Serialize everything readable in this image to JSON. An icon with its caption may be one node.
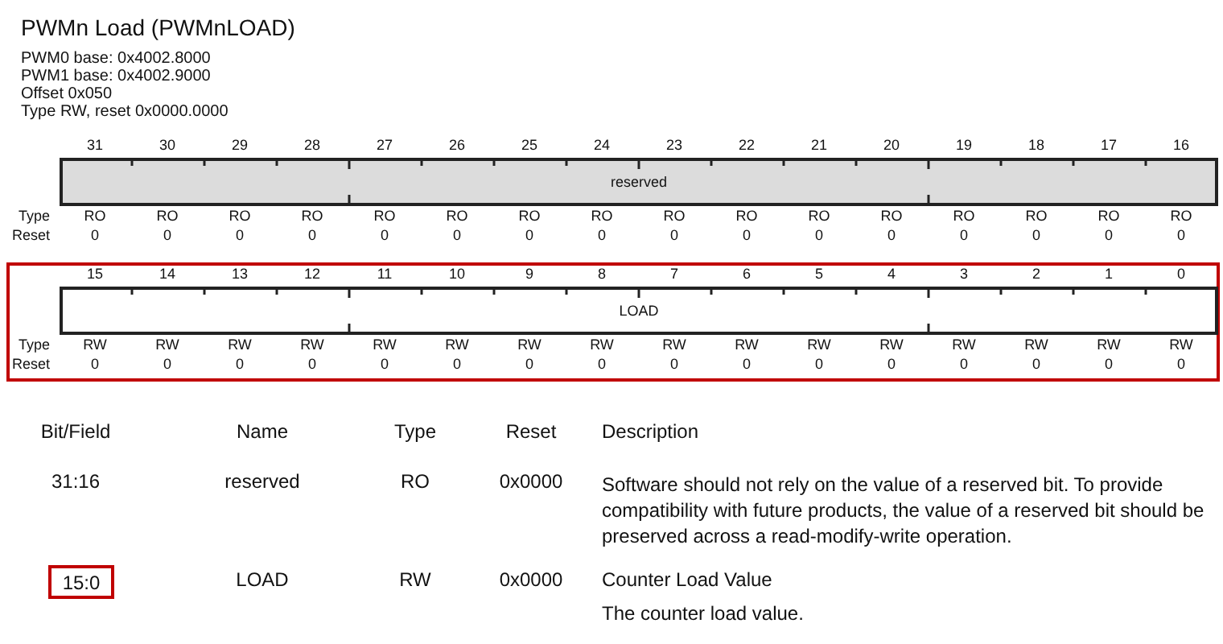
{
  "diagram": {
    "title": "PWMn Load (PWMnLOAD)",
    "nodes": [
      {
        "text": [
          "reserved"
        ]
      },
      {
        "text": [],
        "shape": "box"
      },
      {
        "text": [
          "LOAD"
        ],
        "in": 1
      },
      {
        "text": [
          "15:0"
        ]
      }
    ],
    "edges": [],
    "labels": [
      "PWM0 base: 0x4002.8000",
      "PWM1 base: 0x4002.9000",
      "Offset 0x050",
      "Type RW, reset 0x0000.0000",
      "31",
      "30",
      "29",
      "28",
      "27",
      "26",
      "25",
      "24",
      "23",
      "22",
      "21",
      "20",
      "19",
      "18",
      "17",
      "16",
      "Type",
      "RO",
      "RO",
      "RO",
      "RO",
      "RO",
      "RO",
      "RO",
      "RO",
      "RO",
      "RO",
      "RO",
      "RO",
      "RO",
      "RO",
      "RO",
      "RO",
      "Reset",
      "0",
      "0",
      "0",
      "0",
      "0",
      "0",
      "0",
      "0",
      "0",
      "0",
      "0",
      "0",
      "0",
      "0",
      "0",
      "0",
      "15",
      "14",
      "13",
      "12",
      "11",
      "10",
      "9",
      "8",
      "7",
      "6",
      "5",
      "4",
      "3",
      "2",
      "1",
      "0",
      "Type",
      "RW",
      "RW",
      "RW",
      "RW",
      "RW",
      "RW",
      "RW",
      "RW",
      "RW",
      "RW",
      "RW",
      "RW",
      "RW",
      "RW",
      "RW",
      "RW",
      "Reset",
      "0",
      "0",
      "0",
      "0",
      "0",
      "0",
      "0",
      "0",
      "0",
      "0",
      "0",
      "0",
      "0",
      "0",
      "0",
      "0",
      "Bit/Field",
      "Name",
      "Type",
      "Reset",
      "Description",
      "31:16",
      "reserved",
      "RO",
      "0x0000",
      "Software should not rely on the value of a reserved bit. To provide compatibility with future products, the value of a reserved bit should be preserved across a read-modify-write operation.",
      "LOAD",
      "RW",
      "0x0000",
      "Counter Load Value",
      "The counter load value."
    ]
  }
}
